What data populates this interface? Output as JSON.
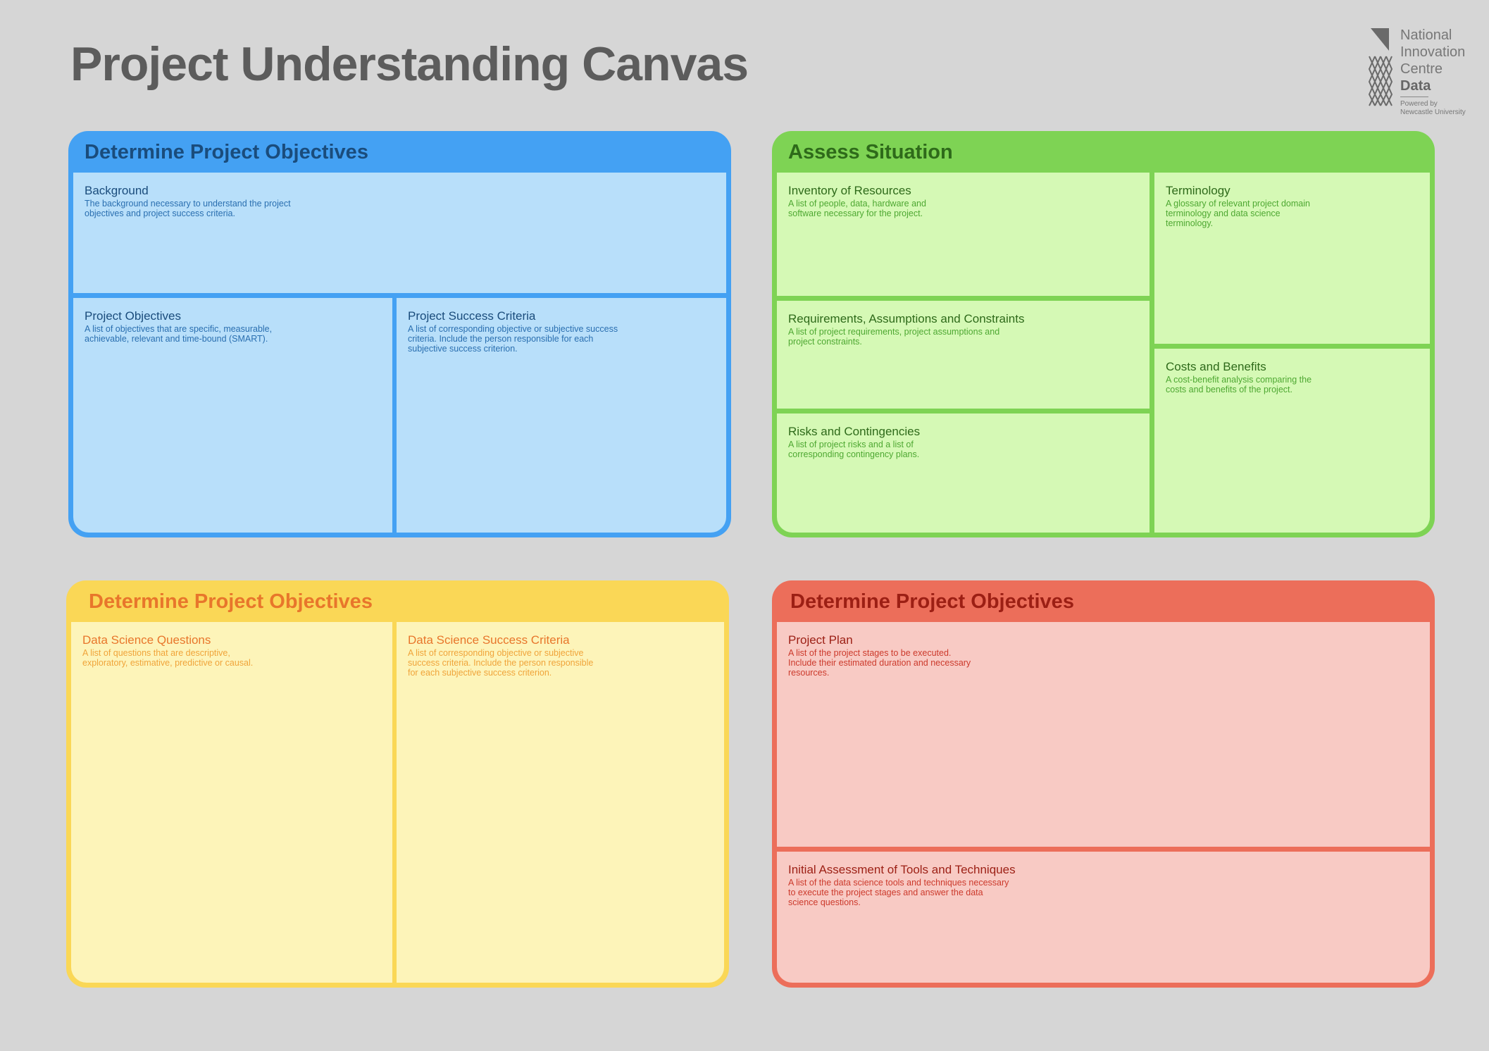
{
  "page": {
    "title": "Project Understanding Canvas"
  },
  "logo": {
    "lines": [
      "National",
      "Innovation",
      "Centre"
    ],
    "data_word": "Data",
    "powered_lines": [
      "Powered by",
      "Newcastle University"
    ]
  },
  "panels": {
    "blue": {
      "title": "Determine Project Objectives",
      "colors": {
        "frame": "#44a1f3",
        "fill": "#b8dffa",
        "title": "#1a4c7c",
        "text": "#2a6fb0"
      },
      "cells": {
        "background": {
          "title": "Background",
          "desc": "The background necessary to understand the project\nobjectives and project success criteria."
        },
        "objectives": {
          "title": "Project Objectives",
          "desc": "A list of objectives that are specific, measurable,\nachievable, relevant and time-bound (SMART)."
        },
        "success": {
          "title": "Project Success Criteria",
          "desc": "A list of corresponding objective or subjective success\ncriteria. Include the person responsible for each\nsubjective success criterion."
        }
      }
    },
    "green": {
      "title": "Assess Situation",
      "colors": {
        "frame": "#7ed354",
        "fill": "#d5f9b5",
        "title": "#2e6a1a",
        "text": "#4ea832"
      },
      "cells": {
        "inventory": {
          "title": "Inventory of Resources",
          "desc": "A list of people, data, hardware and\nsoftware necessary for the project."
        },
        "requirements": {
          "title": "Requirements, Assumptions and Constraints",
          "desc": "A list of project requirements, project assumptions and\nproject constraints."
        },
        "risks": {
          "title": "Risks and Contingencies",
          "desc": "A list of project risks and a list of\ncorresponding contingency plans."
        },
        "terminology": {
          "title": "Terminology",
          "desc": "A glossary of relevant project domain\nterminology and data science\nterminology."
        },
        "costs": {
          "title": "Costs and Benefits",
          "desc": "A cost-benefit analysis comparing the\ncosts and benefits of the project."
        }
      }
    },
    "yellow": {
      "title": "Determine Project Objectives",
      "colors": {
        "frame": "#fad756",
        "fill": "#fdf4b9",
        "title": "#e8762b",
        "text": "#f0a43a"
      },
      "cells": {
        "questions": {
          "title": "Data Science Questions",
          "desc": "A list of questions that are descriptive,\nexploratory, estimative, predictive or causal."
        },
        "success": {
          "title": "Data Science Success Criteria",
          "desc": "A list of corresponding objective or subjective\nsuccess criteria. Include the person responsible\nfor each subjective success criterion."
        }
      }
    },
    "red": {
      "title": "Determine Project Objectives",
      "colors": {
        "frame": "#ec6e5a",
        "fill": "#f8cac4",
        "title": "#9c1f14",
        "text": "#cc3a2c"
      },
      "cells": {
        "plan": {
          "title": "Project Plan",
          "desc": "A list of the project stages to be executed.\nInclude their estimated duration and necessary\nresources."
        },
        "tools": {
          "title": "Initial Assessment of Tools and Techniques",
          "desc": "A list of the data science tools and techniques necessary\nto execute the project stages and answer the data\nscience questions."
        }
      }
    }
  }
}
